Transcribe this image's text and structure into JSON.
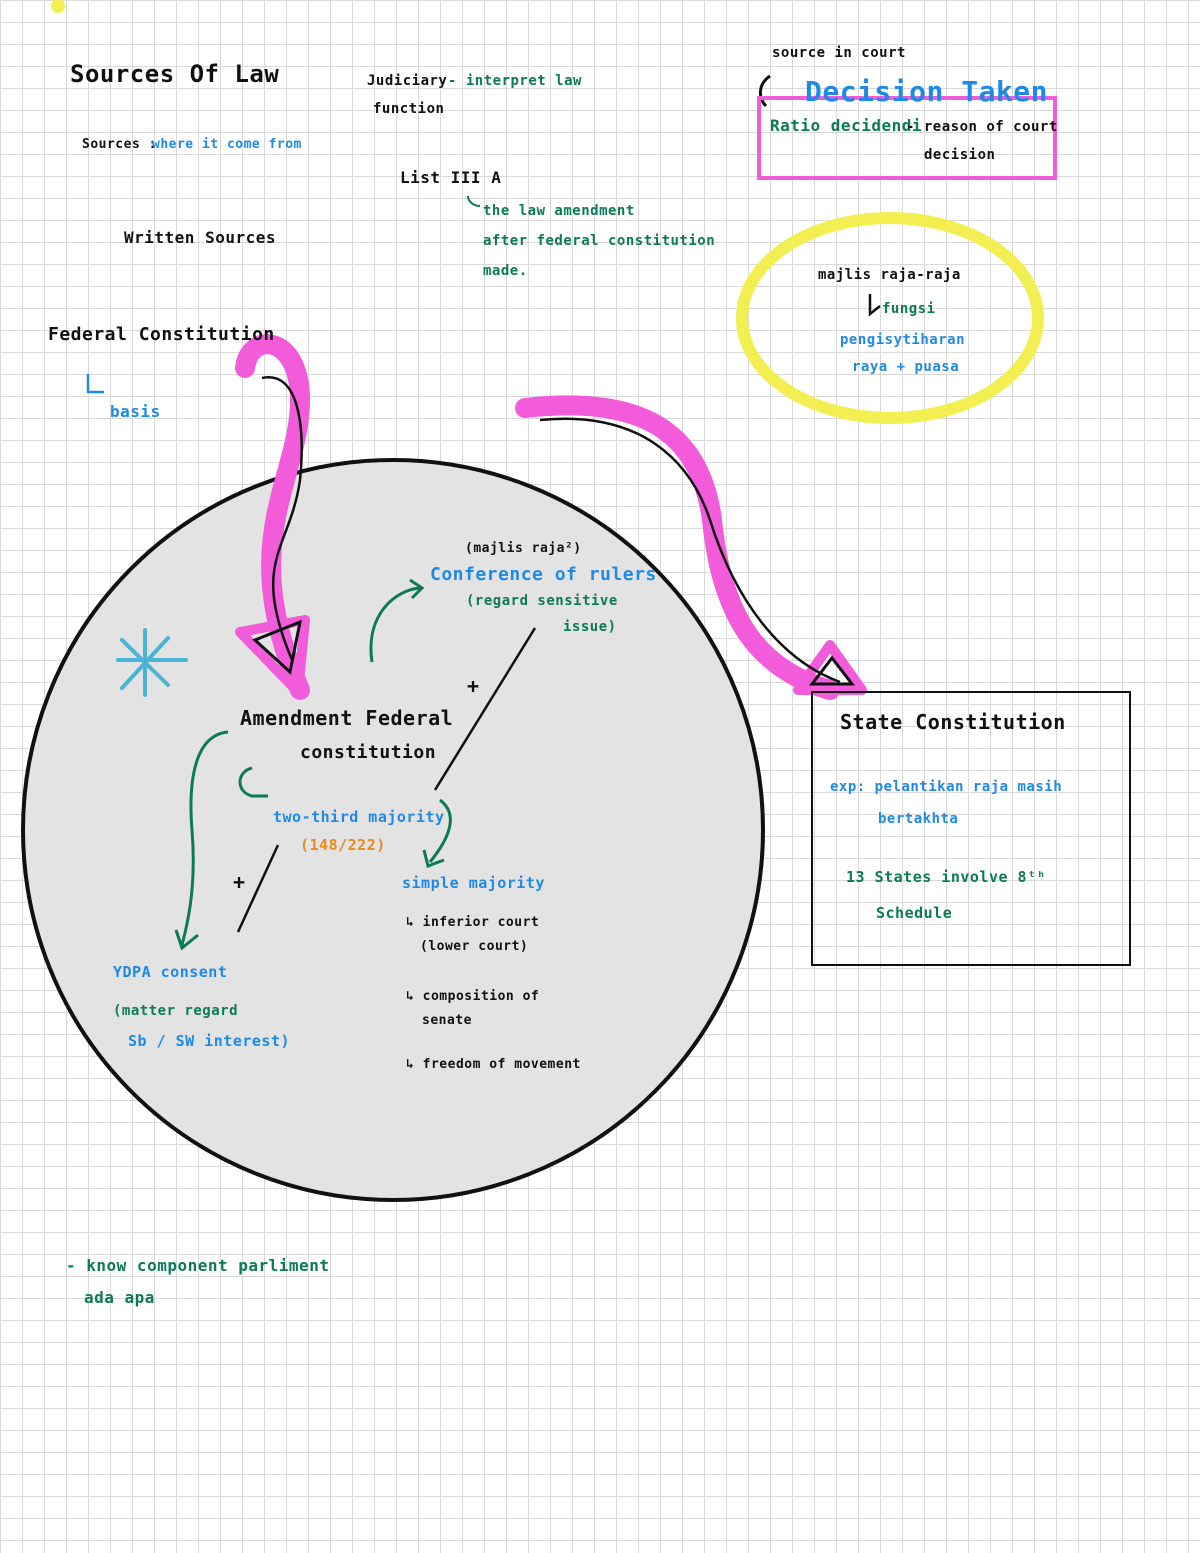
{
  "title": "Sources Of Law",
  "sources_note": {
    "label": "Sources :",
    "text": "where it come from"
  },
  "written_sources": "Written Sources",
  "federal_constitution": {
    "label": "Federal Constitution",
    "sub": "basis"
  },
  "judiciary": {
    "label": "Judiciary",
    "text": "- interpret law",
    "text2": "function"
  },
  "list": {
    "label": "List III A",
    "note": [
      "the law amendment",
      "after federal constitution",
      "made."
    ]
  },
  "decision": {
    "small": "source in court",
    "title": "Decision Taken",
    "ratio_label": "Ratio decidendi",
    "ratio_text": "- reason of court",
    "ratio_text2": "decision"
  },
  "majlis": {
    "label": "majlis raja-raja",
    "fungsi": "fungsi",
    "line1": "pengisytiharan",
    "line2": "raya + puasa"
  },
  "amendment": {
    "title": "Amendment Federal",
    "title2": "constitution",
    "rulers_small": "(majlis raja²)",
    "rulers": "Conference of rulers",
    "rulers_note": "(regard sensitive",
    "rulers_note2": "issue)",
    "plus1": "+",
    "plus2": "+",
    "two_third": "two-third majority",
    "count": "(148/222)",
    "simple": "simple majority",
    "simple_items": [
      [
        "↳ inferior court",
        "(lower court)"
      ],
      [
        "↳ composition of",
        "senate"
      ],
      [
        "↳ freedom of movement"
      ]
    ],
    "ydpa": "YDPA consent",
    "ydpa_note": "(matter regard",
    "ydpa_note2": "Sb / SW interest)"
  },
  "state": {
    "title": "State Constitution",
    "exp": "exp: pelantikan raja masih",
    "exp2": "bertakhta",
    "states": "13 States involve 8ᵗʰ",
    "states2": "Schedule"
  },
  "footer": {
    "line1": "- know component parliment",
    "line2": "ada apa"
  },
  "colors": {
    "pink": "#f25bd9",
    "yellow": "#f3ee52",
    "green": "#0b7a55",
    "blue": "#1f8ae6",
    "orange": "#ea8a1c",
    "circle_fill": "#e3e3e3",
    "asterisk": "#4ab3d6"
  }
}
